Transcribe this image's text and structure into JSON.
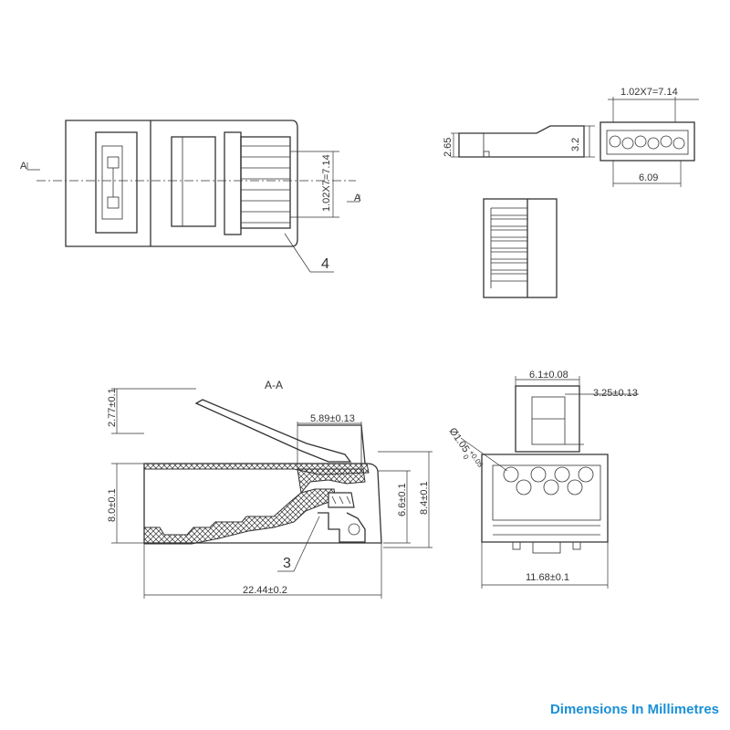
{
  "drawing": {
    "top_view": {
      "section_marker_left": "A",
      "section_marker_right": "A",
      "pitch_dim": "1.02X7=7.14",
      "callout_4": "4"
    },
    "side_view": {
      "height_dim": "2.65",
      "height_dim_right": "3.2"
    },
    "front_view": {
      "pitch_dim": "1.02X7=7.14",
      "width_dim": "6.09"
    },
    "section_aa": {
      "title": "A-A",
      "latch_dim": "2.77±0.1",
      "body_height_dim": "8.0±0.1",
      "length_dim": "22.44±0.2",
      "contact_dim": "5.89±0.13",
      "inner_height_dim": "6.6±0.1",
      "outer_height_dim": "8.4±0.1",
      "callout_3": "3"
    },
    "end_view": {
      "latch_width_dim": "6.1±0.08",
      "slot_dim": "3.25±0.13",
      "hole_dim_base": "Ø1.05",
      "hole_dim_tol_upper": "+0.05",
      "hole_dim_tol_lower": "0",
      "width_dim": "11.68±0.1"
    }
  },
  "caption": "Dimensions In Millimetres"
}
